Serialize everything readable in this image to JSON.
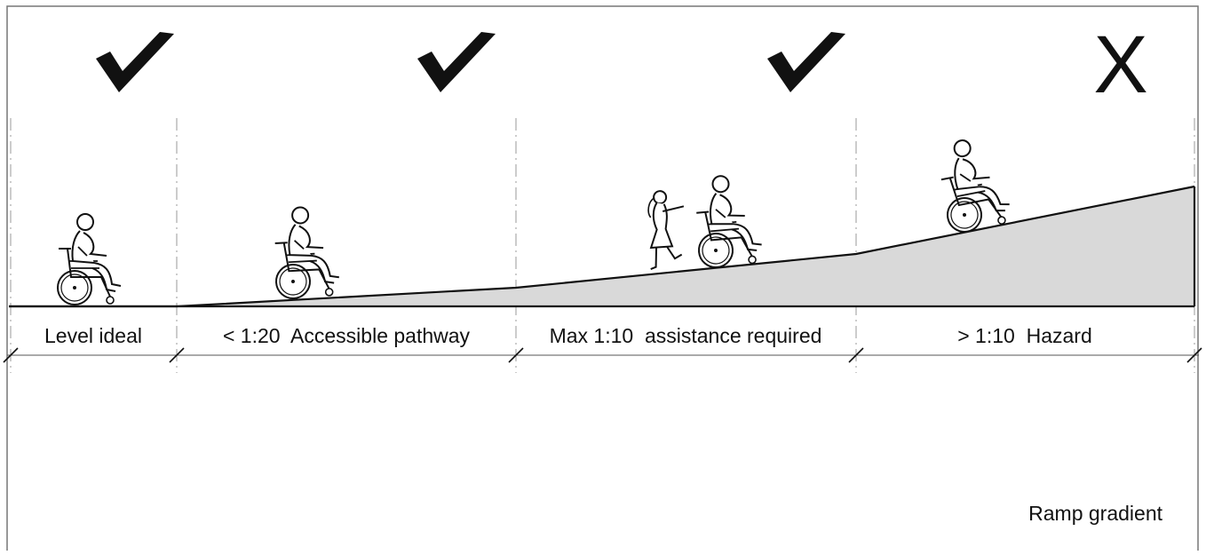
{
  "diagram": {
    "caption": "Ramp gradient",
    "segments": [
      {
        "label": "Level ideal",
        "verdict": "check",
        "figure": "wheelchair-user"
      },
      {
        "label": "< 1:20  Accessible pathway",
        "verdict": "check",
        "figure": "wheelchair-user"
      },
      {
        "label": "Max 1:10  assistance required",
        "verdict": "check",
        "figure": "wheelchair-user-with-helper"
      },
      {
        "label": "> 1:10  Hazard",
        "verdict": "cross",
        "figure": "wheelchair-user"
      }
    ],
    "marks": {
      "cross_glyph": "X"
    },
    "colors": {
      "ramp_fill": "#d9d9d9",
      "line": "#111111",
      "divider": "#9a9a9a"
    }
  }
}
